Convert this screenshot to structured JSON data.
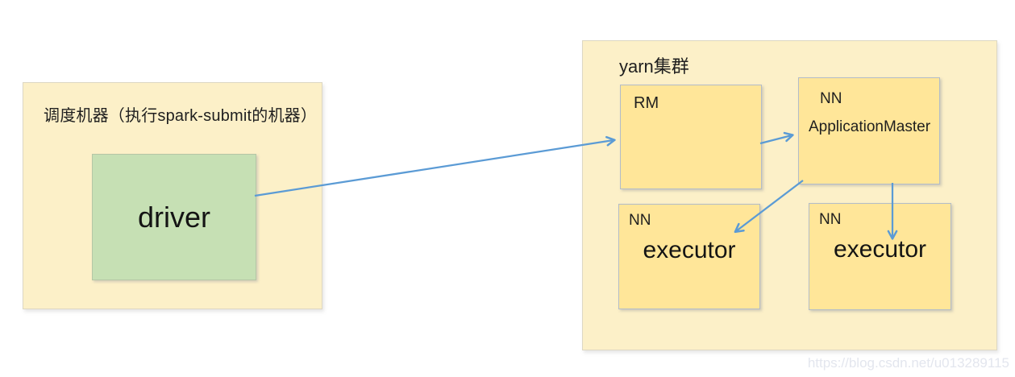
{
  "colors": {
    "outer_fill": "#fcf0c8",
    "outer_border": "#ddd7c3",
    "node_fill": "#ffe699",
    "node_border": "#b2bcc9",
    "driver_fill": "#c6e0b4",
    "arrow": "#5b9bd5",
    "text": "#1f1f1f",
    "watermark_color": "#e3e6ee"
  },
  "scheduler": {
    "title": "调度机器（执行spark-submit的机器）",
    "driver_label": "driver"
  },
  "yarn": {
    "title": "yarn集群",
    "rm": {
      "label": "RM"
    },
    "application_master": {
      "line1": "NN",
      "line2": "ApplicationMaster"
    },
    "executor_left": {
      "line1": "NN",
      "line2": "executor"
    },
    "executor_right": {
      "line1": "NN",
      "line2": "executor"
    }
  },
  "connections": [
    {
      "from": "driver",
      "to": "resource-manager"
    },
    {
      "from": "resource-manager",
      "to": "application-master"
    },
    {
      "from": "application-master",
      "to": "executor-left"
    },
    {
      "from": "application-master",
      "to": "executor-right"
    }
  ],
  "watermark": "https://blog.csdn.net/u013289115"
}
